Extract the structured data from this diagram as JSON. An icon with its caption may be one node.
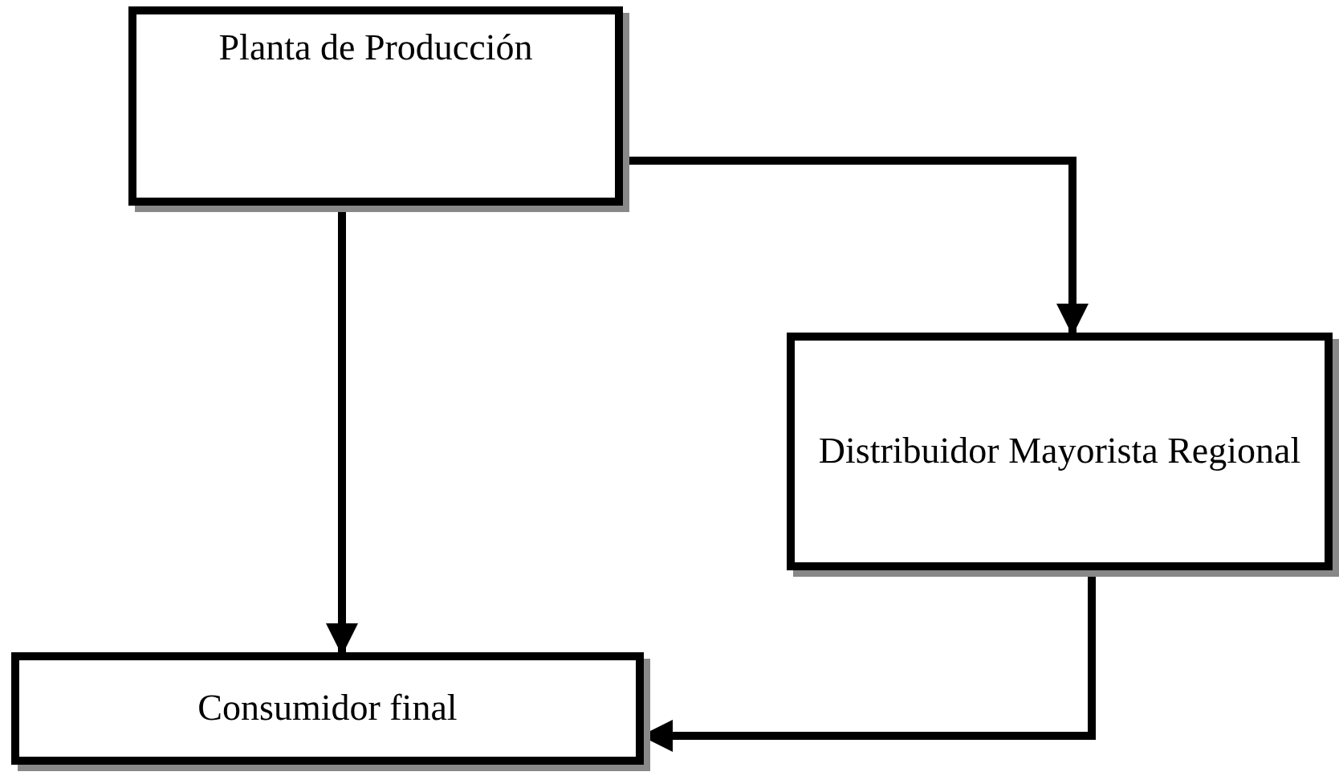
{
  "diagram": {
    "nodes": [
      {
        "text": [
          "Planta de Producción"
        ]
      },
      {
        "text": [
          "Distribuidor Mayorista Regional"
        ]
      },
      {
        "text": [
          "Consumidor final"
        ]
      }
    ],
    "edges": [
      {
        "from": 0,
        "to": 1,
        "arrow": "to"
      },
      {
        "from": 0,
        "to": 2,
        "arrow": "to"
      },
      {
        "from": 1,
        "to": 2,
        "arrow": "to"
      }
    ]
  }
}
